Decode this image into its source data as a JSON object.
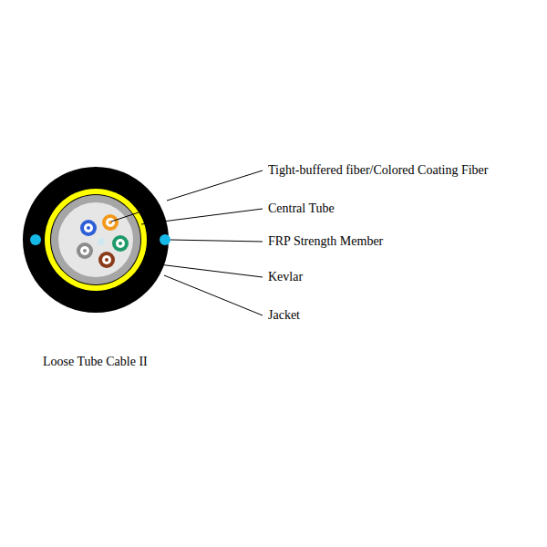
{
  "diagram": {
    "caption": "Loose Tube Cable II",
    "labels": [
      "Tight-buffered fiber/Colored Coating Fiber",
      "Central Tube",
      "FRP Strength Member",
      "Kevlar",
      "Jacket"
    ]
  }
}
